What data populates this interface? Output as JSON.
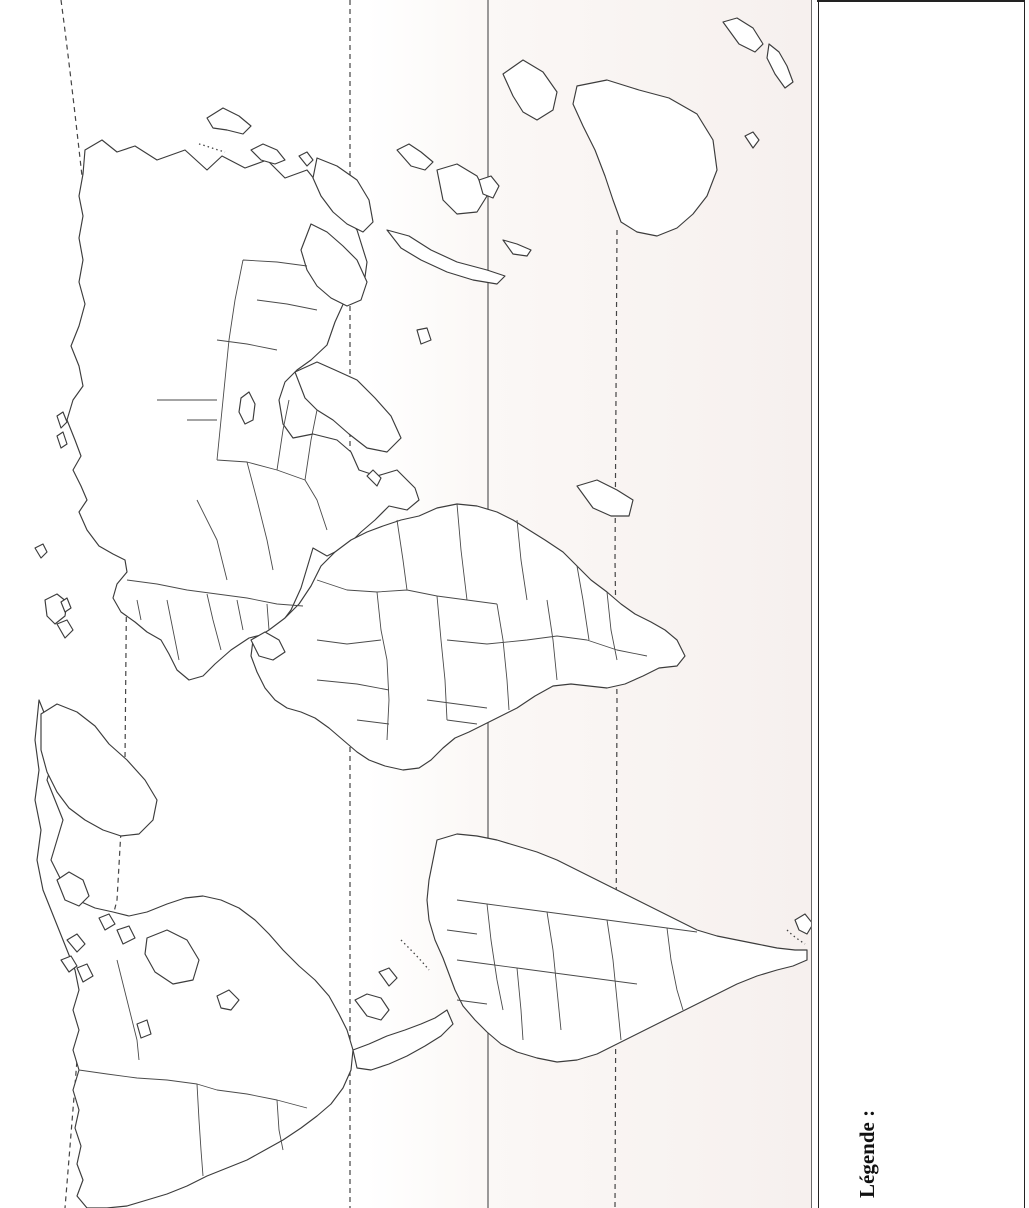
{
  "legend": {
    "label": "Légende :"
  },
  "map": {
    "orientation": "rotated-90-clockwise",
    "style": "blank outline world map",
    "reference_lines": [
      "tropic-north",
      "equator",
      "tropic-south"
    ]
  },
  "colors": {
    "line": "#3c3c3c",
    "background": "#ffffff",
    "text": "#111111"
  }
}
